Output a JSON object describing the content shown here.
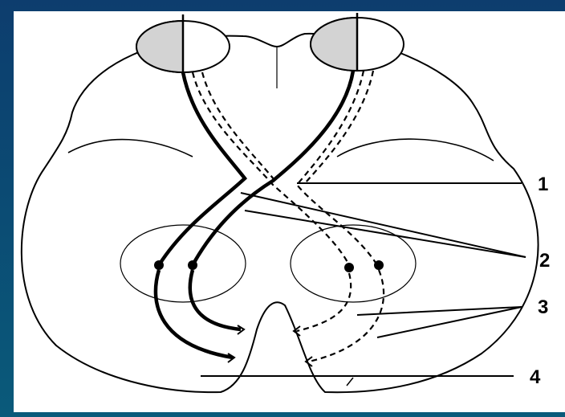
{
  "diagram": {
    "labels": [
      {
        "id": "1",
        "text": "1"
      },
      {
        "id": "2",
        "text": "2"
      },
      {
        "id": "3",
        "text": "3"
      },
      {
        "id": "4",
        "text": "4"
      }
    ]
  },
  "colors": {
    "background": "#0b4a73",
    "panel": "#ffffff",
    "stroke": "#000000",
    "eye_fill": "#d3d3d3"
  }
}
